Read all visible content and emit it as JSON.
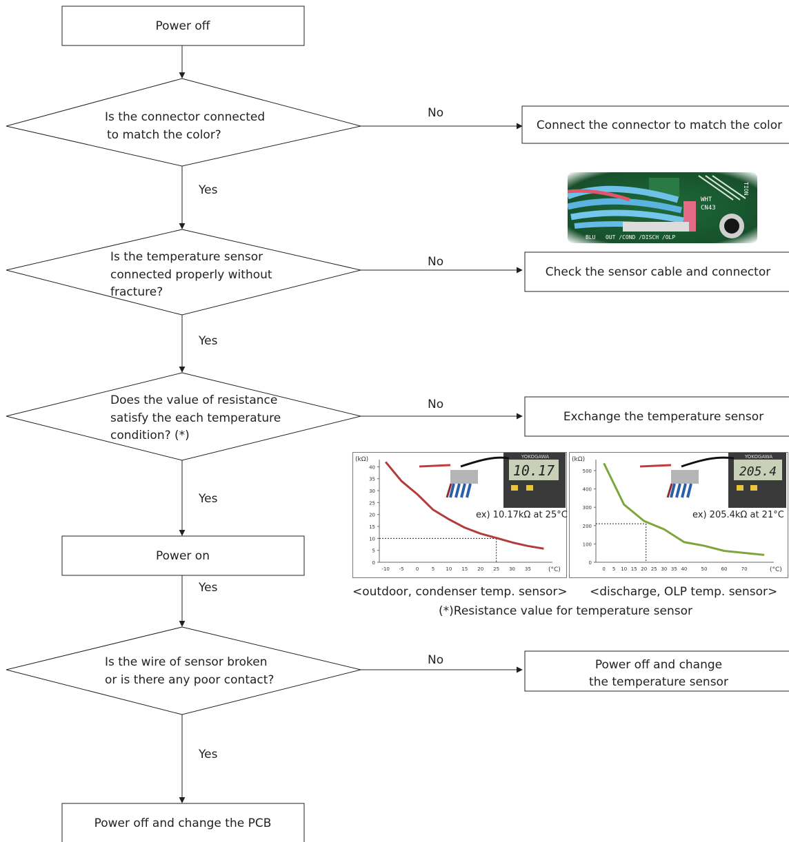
{
  "flow": {
    "start": "Power off",
    "q1": [
      "Is the connector connected",
      "to match the color?"
    ],
    "a1": "Connect the connector to match the color",
    "q2": [
      "Is the temperature sensor",
      "connected properly without",
      "fracture?"
    ],
    "a2": "Check the sensor cable and connector",
    "q3": [
      "Does the value of resistance",
      "satisfy the each temperature",
      "condition? (*)"
    ],
    "a3": "Exchange the temperature sensor",
    "power_on": "Power on",
    "q4": [
      "Is the wire of sensor broken",
      "or is there any poor contact?"
    ],
    "a4": [
      "Power off and change",
      "the temperature sensor"
    ],
    "end": "Power off and change the PCB",
    "yes": "Yes",
    "no": "No"
  },
  "photo": {
    "pcb_label_wht": "WHT",
    "pcb_label_cn": "CN43",
    "pcb_label_row": "OUT /COND /DISCH /OLP",
    "pcb_label_blu": "BLU",
    "pcb_label_tion": "TION"
  },
  "charts": {
    "outdoor": {
      "caption": "<outdoor, condenser temp. sensor>",
      "meter_reading": "10.17",
      "meter_brand": "YOKOGAWA",
      "example": "ex) 10.17kΩ at 25°C"
    },
    "discharge": {
      "caption": "<discharge, OLP temp. sensor>",
      "meter_reading": "205.4",
      "meter_brand": "YOKOGAWA",
      "example": "ex) 205.4kΩ at 21°C"
    },
    "footnote": "(*)Resistance value for temperature sensor"
  },
  "chart_data": [
    {
      "type": "line",
      "ylabel": "(kΩ)",
      "xlabel": "(°C)",
      "x": [
        -10,
        -5,
        0,
        5,
        10,
        15,
        20,
        25,
        30,
        35,
        40
      ],
      "values": [
        42,
        34,
        28.5,
        22,
        18,
        14.5,
        12,
        10.2,
        8.3,
        6.8,
        5.7
      ],
      "xticks": [
        -10,
        -5,
        0,
        5,
        10,
        15,
        20,
        25,
        30,
        35
      ],
      "yticks": [
        0,
        5,
        10,
        15,
        20,
        25,
        30,
        35,
        40
      ],
      "ylim": [
        0,
        43
      ],
      "xlim": [
        -12,
        41
      ],
      "color": "#b23b3b",
      "marker_x": 25,
      "marker_y": 10
    },
    {
      "type": "line",
      "ylabel": "(kΩ)",
      "xlabel": "(°C)",
      "x": [
        0,
        10,
        20,
        30,
        40,
        50,
        60,
        80
      ],
      "values": [
        540,
        315,
        225,
        180,
        110,
        90,
        62,
        40
      ],
      "xticks": [
        0,
        5,
        10,
        15,
        20,
        25,
        30,
        35,
        40,
        50,
        60,
        70
      ],
      "yticks": [
        0,
        100,
        200,
        300,
        400,
        500
      ],
      "ylim": [
        0,
        560
      ],
      "xlim": [
        -4,
        82
      ],
      "color": "#7ca63b",
      "marker_x": 21,
      "marker_y": 210
    }
  ]
}
